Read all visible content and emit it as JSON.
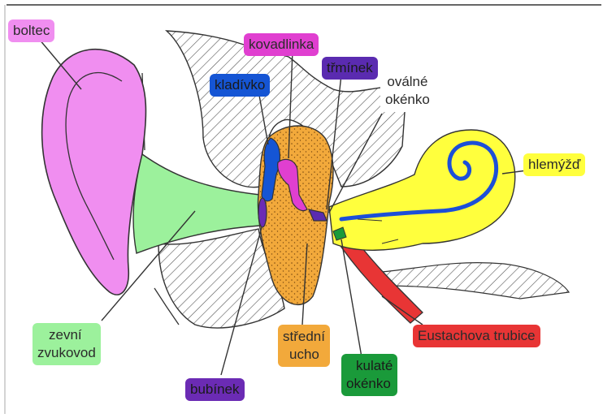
{
  "labels": {
    "boltec": "boltec",
    "kovadlinka": "kovadlinka",
    "kladivko": "kladívko",
    "trminek": "třmínek",
    "ovalne_line1": "oválné",
    "ovalne_line2": "okénko",
    "hlemyzd": "hlemýžď",
    "zevni_line1": "zevní",
    "zevni_line2": "zvukovod",
    "stredni_line1": "střední",
    "stredni_line2": "ucho",
    "eustachova": "Eustachova trubice",
    "kulate_line1": "kulaté",
    "kulate_line2": "okénko",
    "bubinek": "bubínek"
  },
  "colors": {
    "pinna": "#f08ef0",
    "canal": "#9cf19c",
    "middle_ear": "#f2a93b",
    "cochlea": "#ffff3d",
    "cochlea_duct": "#1c4fd8",
    "malleus": "#1555d4",
    "incus": "#e03fd0",
    "stapes": "#5a2bb0",
    "tympanic": "#6b2bb4",
    "eustachian": "#e83535",
    "round_window": "#1a9a3a",
    "bone_hatch": "#555555"
  }
}
